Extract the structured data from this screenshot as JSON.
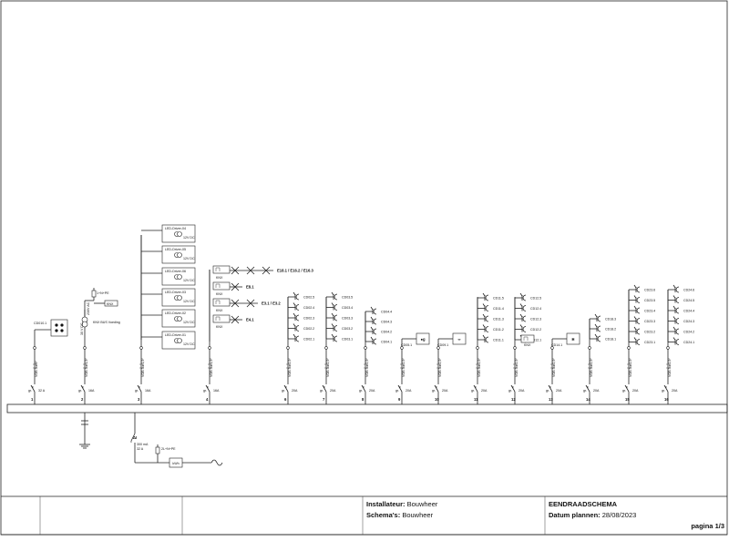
{
  "installer": {
    "label": "Installateur:",
    "value": "Bouwheer"
  },
  "schemas": {
    "label": "Schema's:",
    "value": "Bouwheer"
  },
  "title": "EENDRAADSCHEMA",
  "date": {
    "label": "Datum plannen:",
    "value": "28/08/2023"
  },
  "page": "pagina 1/3",
  "circuits": [
    {
      "num": "1",
      "cable": "VOB 3 x 6²",
      "breaker": "32 A"
    },
    {
      "num": "2",
      "cable": "VOB 3 x 1,5²",
      "breaker": "16A"
    },
    {
      "num": "3",
      "cable": "VOB 3 x 1,5²",
      "breaker": "16A"
    },
    {
      "num": "4",
      "cable": "VOB 3 x 1,5²",
      "breaker": "16A"
    },
    {
      "num": "6",
      "cable": "VOB 3 x 2,5²",
      "breaker": "20A"
    },
    {
      "num": "7",
      "cable": "VOB 3 x 2,5²",
      "breaker": "20A"
    },
    {
      "num": "8",
      "cable": "VOB 3 x 2,5²",
      "breaker": "20A"
    },
    {
      "num": "9",
      "cable": "VOB 3 x 2,5²",
      "breaker": "20A"
    },
    {
      "num": "10",
      "cable": "VOB 3 x 2,5²",
      "breaker": "20A"
    },
    {
      "num": "11",
      "cable": "VOB 3 x 2,5²",
      "breaker": "20A"
    },
    {
      "num": "12",
      "cable": "VOB 3 x 2,5²",
      "breaker": "20A"
    },
    {
      "num": "13",
      "cable": "VOB 3 x 2,5²",
      "breaker": "20A"
    },
    {
      "num": "14",
      "cable": "VOB 3 x 2,5²",
      "breaker": "20A"
    },
    {
      "num": "15",
      "cable": "VOB 3 x 2,5²",
      "breaker": "20A"
    },
    {
      "num": "16",
      "cable": "VOB 3 x 2,5²",
      "breaker": "20A"
    }
  ],
  "c1": {
    "label": "CD010.1"
  },
  "c2": {
    "knx": "KNX",
    "knx_label": "KNX BUS Voeding",
    "supply": "1+N+PE",
    "dc": "30 V DC",
    "ac": "230V AC"
  },
  "drivers": [
    {
      "name": "LED-Driver-04",
      "v": "12V DC"
    },
    {
      "name": "LED-Driver-05",
      "v": "12V DC"
    },
    {
      "name": "LED-Driver-06",
      "v": "12V DC"
    },
    {
      "name": "LED-Driver-03",
      "v": "12V DC"
    },
    {
      "name": "LED-Driver-02",
      "v": "12V DC"
    },
    {
      "name": "LED-Driver-01",
      "v": "12V DC"
    }
  ],
  "c4": [
    {
      "sw": "KNX",
      "label": "E18.1 / E16.2 / E16.3"
    },
    {
      "sw": "KNX",
      "label": "E8.1"
    },
    {
      "sw": "KNX",
      "label": "E3.1 / E3.2"
    },
    {
      "sw": "KNX",
      "label": "E4.1"
    }
  ],
  "c6": [
    "CD02.5",
    "CD02.4",
    "CD02.3",
    "CD02.2",
    "CD02.1"
  ],
  "c7": [
    "CD03.5",
    "CD03.4",
    "CD03.3",
    "CD03.2",
    "CD03.1"
  ],
  "c8": [
    "CD04.4",
    "CD04.3",
    "CD04.2",
    "CD04.1"
  ],
  "c9": {
    "label": "CD05.1"
  },
  "c10": {
    "label": "CD09.1"
  },
  "c11": [
    "CD11.5",
    "CD11.4",
    "CD11.3",
    "CD11.2",
    "CD11.1"
  ],
  "c12": [
    "CD12.5",
    "CD12.4",
    "CD12.3",
    "CD12.2",
    "CD12.1"
  ],
  "c12_knx": "KNX",
  "c13": {
    "label": "CD14.1"
  },
  "c14": [
    "CD18.3",
    "CD18.2",
    "CD18.1"
  ],
  "c15": [
    "CD23.6",
    "CD23.5",
    "CD23.4",
    "CD23.3",
    "CD23.2",
    "CD23.1"
  ],
  "c16": [
    "CD24.6",
    "CD24.5",
    "CD24.4",
    "CD24.3",
    "CD24.2",
    "CD24.1"
  ],
  "main": {
    "rcd": "300 mA",
    "rcd2": "32 A",
    "supply": "2L+N+PE",
    "meter": "kWh"
  }
}
